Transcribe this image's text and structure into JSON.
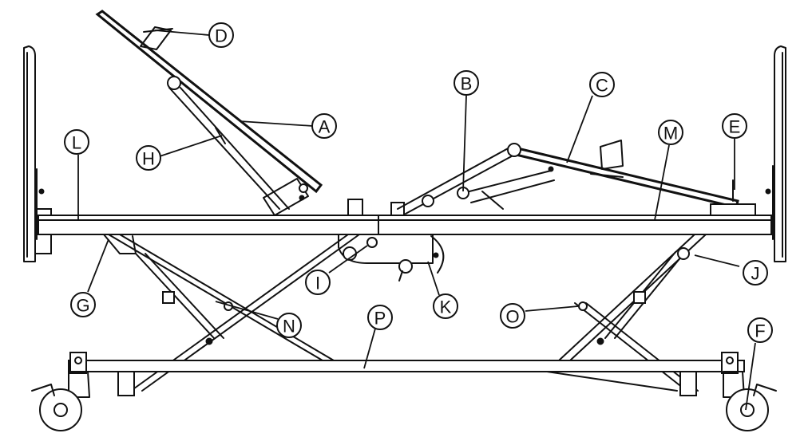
{
  "diagram": {
    "callouts": {
      "A": "A",
      "B": "B",
      "C": "C",
      "D": "D",
      "E": "E",
      "F": "F",
      "G": "G",
      "H": "H",
      "I": "I",
      "J": "J",
      "K": "K",
      "L": "L",
      "M": "M",
      "N": "N",
      "O": "O",
      "P": "P"
    }
  }
}
